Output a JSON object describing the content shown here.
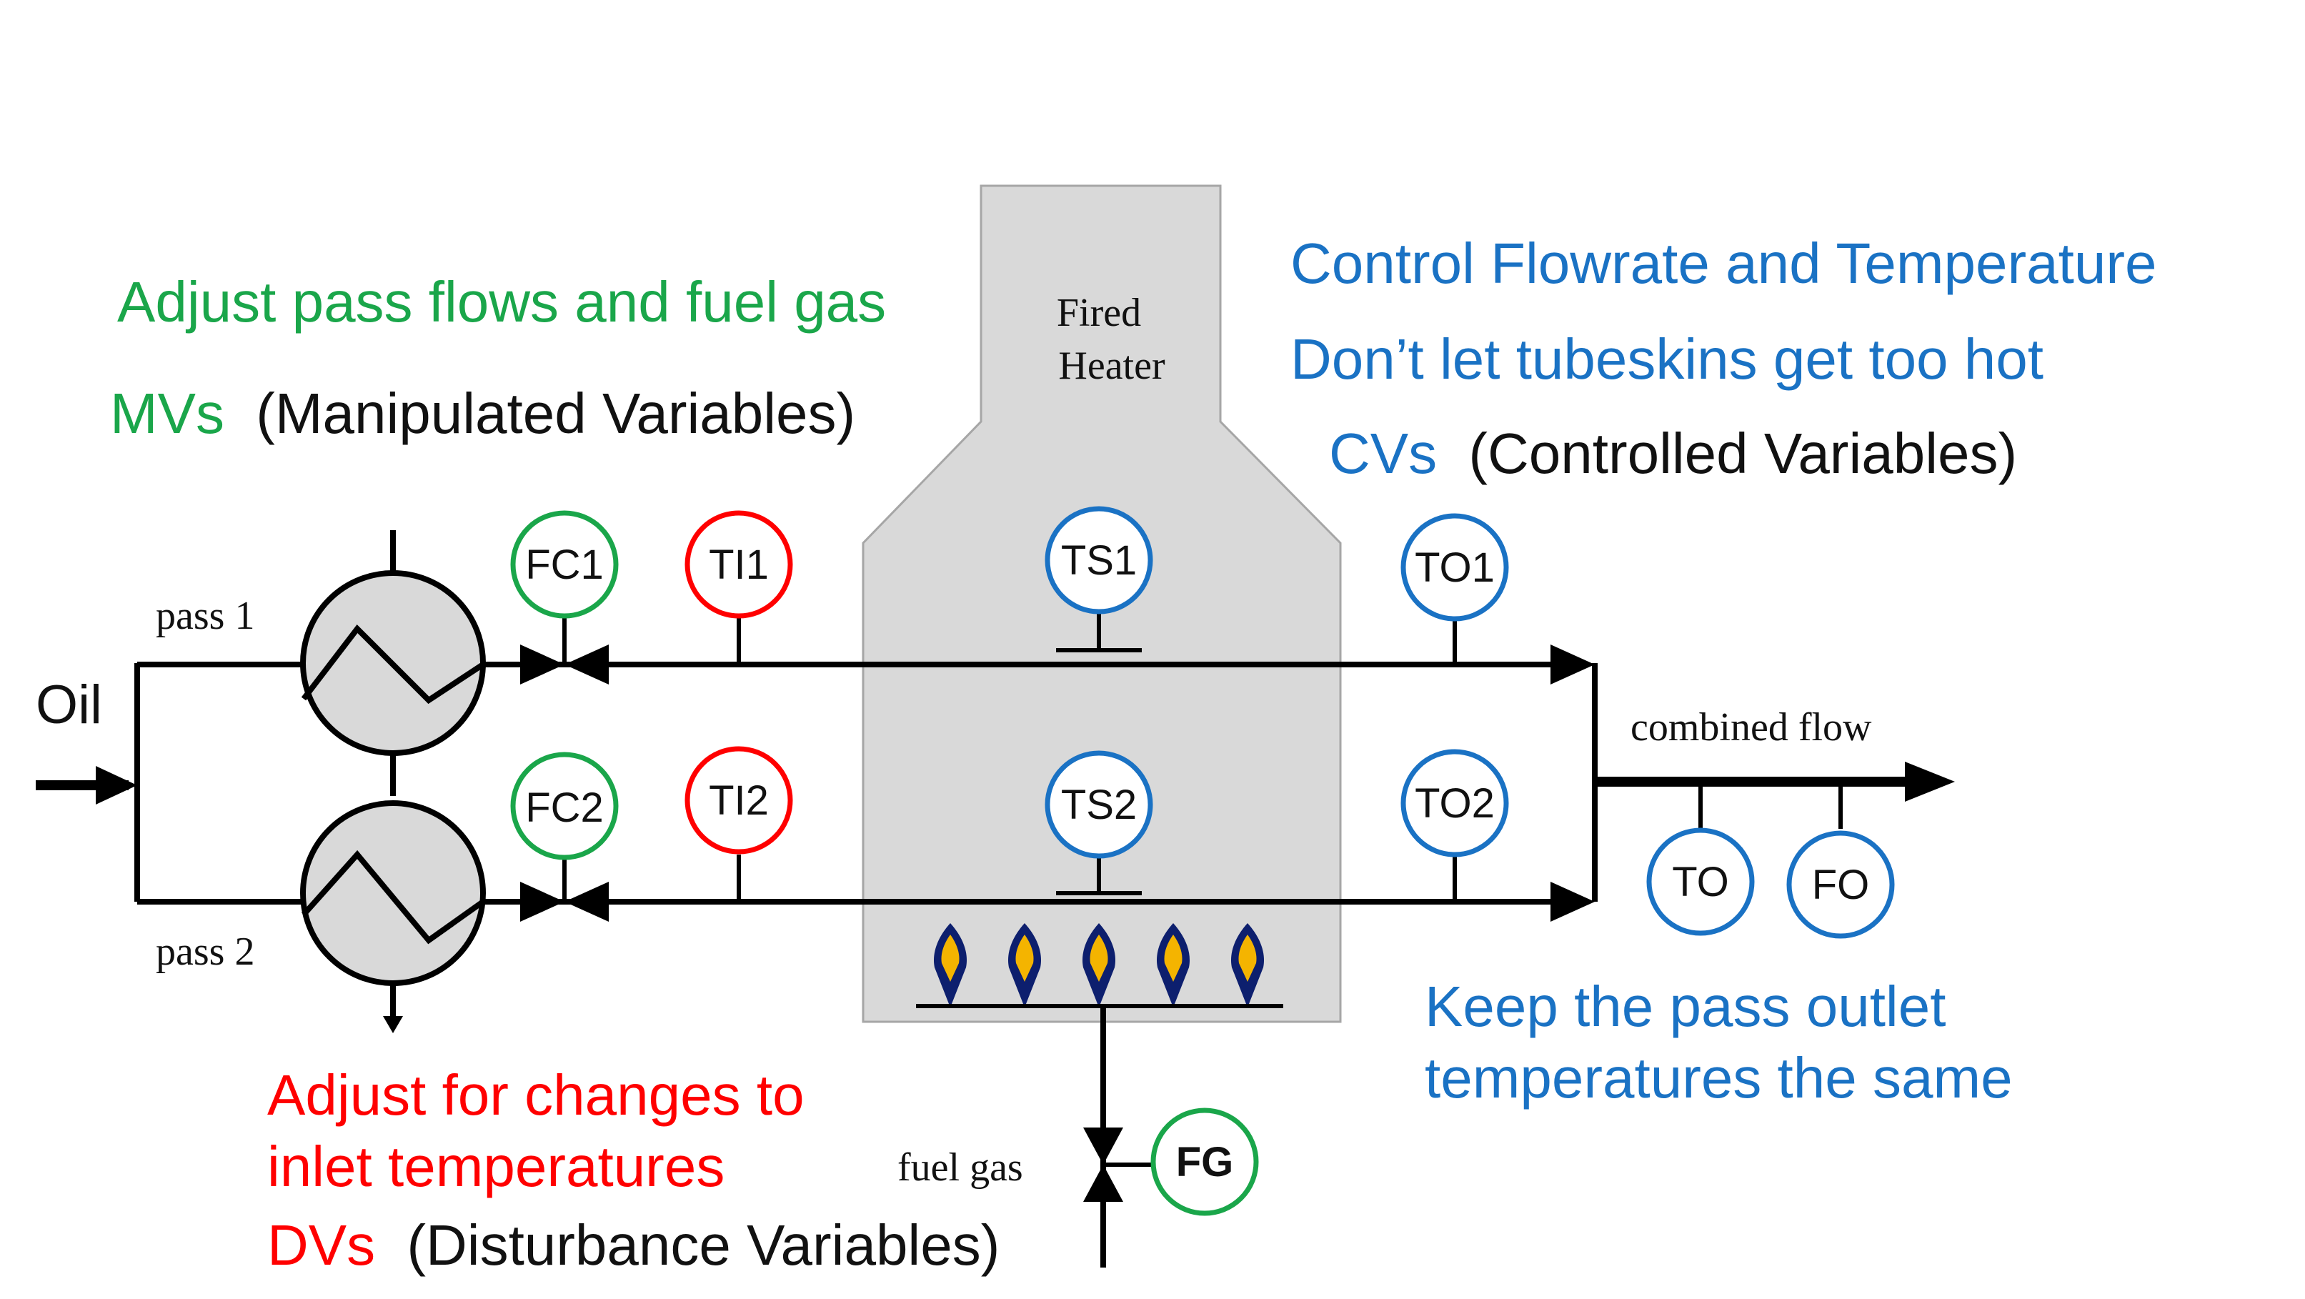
{
  "colors": {
    "mv": "#1aa64a",
    "dv": "#ff0000",
    "cv": "#1a72c4",
    "text": "#111111",
    "heater_fill": "#d9d9d9",
    "heater_stroke": "#a6a6a6",
    "flame_outer": "#0d1f6e",
    "flame_inner": "#f4b400"
  },
  "heater": {
    "title_line1": "Fired",
    "title_line2": "Heater"
  },
  "labels": {
    "oil": "Oil",
    "pass1": "pass 1",
    "pass2": "pass 2",
    "combined_flow": "combined flow",
    "fuel_gas": "fuel gas"
  },
  "instruments": {
    "fc1": "FC1",
    "fc2": "FC2",
    "ti1": "TI1",
    "ti2": "TI2",
    "ts1": "TS1",
    "ts2": "TS2",
    "to1": "TO1",
    "to2": "TO2",
    "to": "TO",
    "fo": "FO",
    "fg": "FG"
  },
  "annotations": {
    "mv_line1": "Adjust pass flows and fuel gas",
    "mv_abbr": "MVs",
    "mv_desc": "(Manipulated Variables)",
    "cv_line1": "Control Flowrate and Temperature",
    "cv_line2": "Don’t let tubeskins get too hot",
    "cv_abbr": "CVs",
    "cv_desc": "(Controlled Variables)",
    "outlet_line1": "Keep the pass outlet",
    "outlet_line2": "temperatures the same",
    "dv_line1": "Adjust for changes to",
    "dv_line2": "inlet temperatures",
    "dv_abbr": "DVs",
    "dv_desc": "(Disturbance Variables)"
  }
}
